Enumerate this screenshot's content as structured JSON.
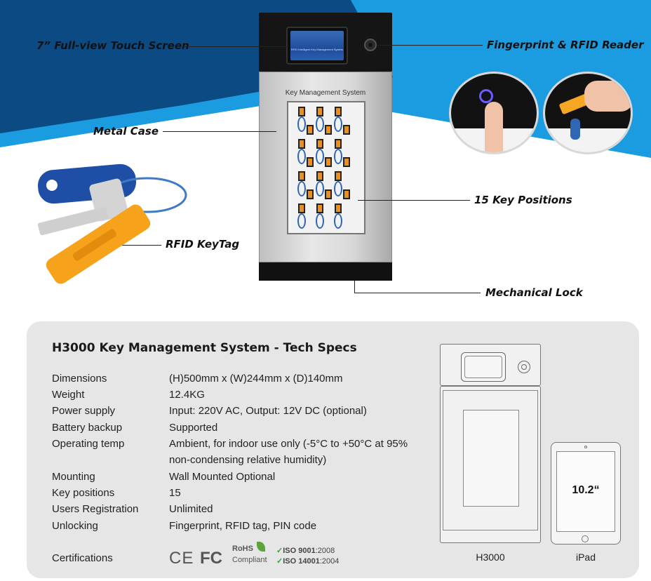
{
  "callouts": {
    "touch_screen": "7” Full-view Touch Screen",
    "fingerprint": "Fingerprint & RFID Reader",
    "metal_case": "Metal Case",
    "key_positions": "15 Key Positions",
    "keytag": "RFID KeyTag",
    "lock": "Mechanical Lock"
  },
  "cabinet": {
    "door_title": "Key Management System",
    "screen_text": "RFID Intelligent Key Management System"
  },
  "specs": {
    "title": "H3000 Key Management System - Tech Specs",
    "rows": [
      {
        "label": "Dimensions",
        "value": "(H)500mm x (W)244mm x (D)140mm"
      },
      {
        "label": "Weight",
        "value": "12.4KG"
      },
      {
        "label": "Power supply",
        "value": "Input: 220V AC, Output: 12V DC (optional)"
      },
      {
        "label": "Battery backup",
        "value": "Supported"
      },
      {
        "label": "Operating temp",
        "value": "Ambient, for indoor use only (-5°C to +50°C at 95%",
        "value2": "non-condensing relative humidity)"
      },
      {
        "label": "Mounting",
        "value": "Wall Mounted Optional"
      },
      {
        "label": "Key positions",
        "value": "15"
      },
      {
        "label": "Users Registration",
        "value": "Unlimited"
      },
      {
        "label": "Unlocking",
        "value": "Fingerprint, RFID tag, PIN code"
      },
      {
        "label": "Certifications",
        "value": ""
      }
    ],
    "certs": {
      "ce": "CE",
      "fc": "FC",
      "rohs": "RoHS",
      "compliant": "Compliant",
      "iso1_name": "ISO 9001",
      "iso1_year": ":2008",
      "iso2_name": "ISO 14001",
      "iso2_year": ":2004"
    }
  },
  "comparison": {
    "device_label": "H3000",
    "ipad_label": "iPad",
    "ipad_size": "10.2“"
  },
  "colors": {
    "dark_blue": "#0a4a86",
    "light_blue": "#1a9ad9",
    "card_bg": "#e6e6e6",
    "orange": "#f7a21b"
  }
}
